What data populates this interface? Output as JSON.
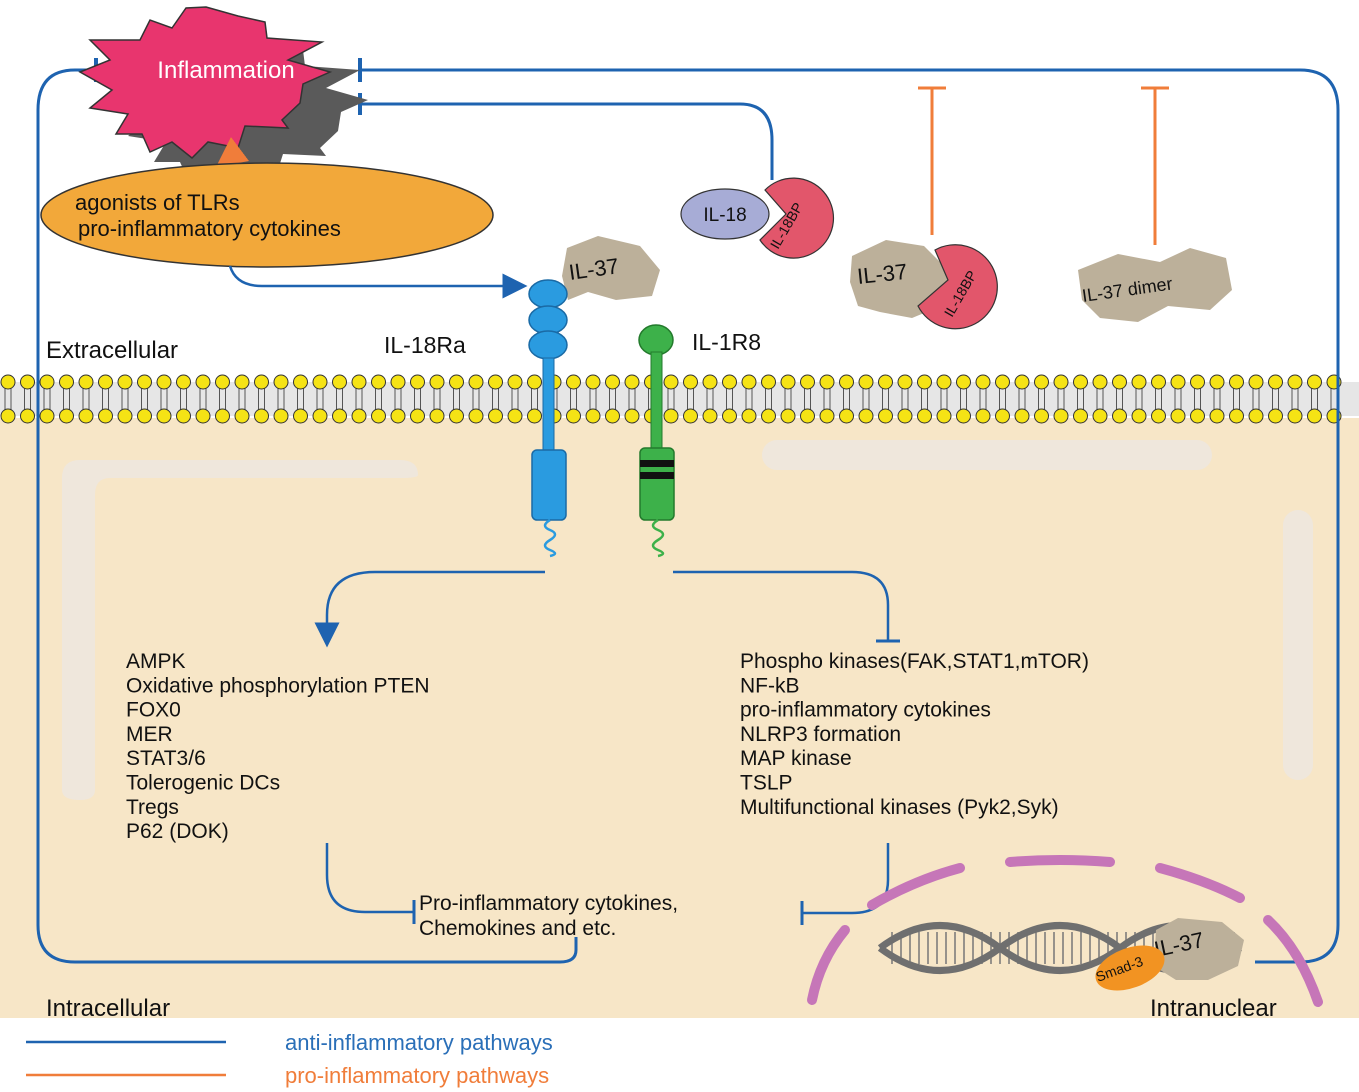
{
  "regions": {
    "extracellular": "Extracellular",
    "intracellular": "Intracellular",
    "intranuclear": "Intranuclear"
  },
  "inflammation": "Inflammation",
  "agonists": {
    "line1": "agonists of  TLRs",
    "line2": "pro-inflammatory cytokines"
  },
  "molecules": {
    "il37_receptor": "IL-37",
    "il18": "IL-18",
    "il18bp": "IL-18BP",
    "il37_bp": "IL-37",
    "il18bp_2": "IL-18BP",
    "il37_dimer": "IL-37 dimer",
    "il37_nuclear": "IL-37",
    "smad3": "Smad-3"
  },
  "receptors": {
    "il18ra": "IL-18Ra",
    "il1r8": "IL-1R8"
  },
  "left_list": [
    "AMPK",
    "Oxidative phosphorylation PTEN",
    "FOX0",
    "MER",
    "STAT3/6",
    "Tolerogenic DCs",
    "Tregs",
    "P62 (DOK)"
  ],
  "right_list": [
    "Phospho kinases(FAK,STAT1,mTOR)",
    "NF-kB",
    "pro-inflammatory cytokines",
    "NLRP3 formation",
    "MAP kinase",
    "TSLP",
    "Multifunctional kinases (Pyk2,Syk)"
  ],
  "bottom_target": {
    "line1": "Pro-inflammatory cytokines,",
    "line2": "Chemokines and etc."
  },
  "legend": {
    "anti": "anti-inflammatory pathways",
    "pro": "pro-inflammatory pathways"
  },
  "colors": {
    "anti_line": "#1e63b0",
    "pro_line": "#f07d3a",
    "cytoplasm": "#f7e6c7",
    "membrane_head": "#f5e315",
    "inflammation": "#e8356e",
    "agonist_fill": "#f2a83a",
    "il37_fill": "#bcb09a",
    "il18bp_fill": "#e2566b",
    "il18_fill": "#a7acd6",
    "receptor_blue": "#2a9be0",
    "receptor_green": "#3db14a",
    "nucleus_membrane": "#c676b8",
    "smad_fill": "#f29322",
    "legend_anti_text": "#2a6fb8",
    "legend_pro_text": "#f07d3a"
  }
}
